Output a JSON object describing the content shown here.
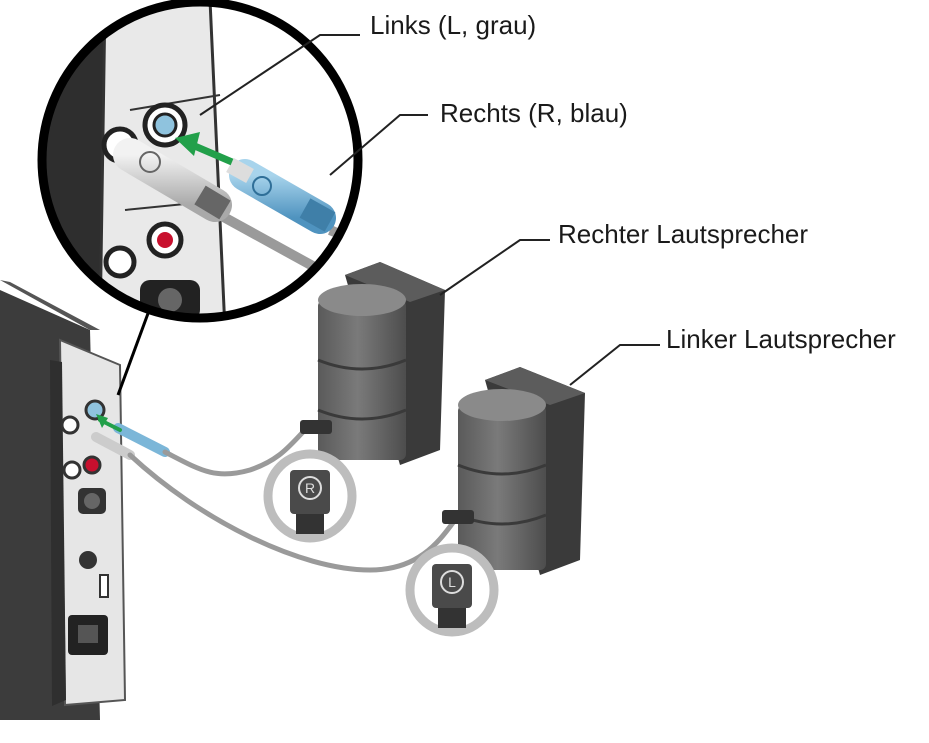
{
  "labels": {
    "left_cable": "Links (L, grau)",
    "right_cable": "Rechts (R, blau)",
    "right_speaker": "Rechter Lautsprecher",
    "left_speaker": "Linker Lautsprecher"
  },
  "badges": {
    "right": "R",
    "left": "L"
  },
  "colors": {
    "arrow": "#22a04a",
    "blue_plug": "#6fb0d6",
    "red_jack": "#c8102e",
    "speaker_body": "#6a6a6a",
    "console_body": "#4a4a4a"
  }
}
